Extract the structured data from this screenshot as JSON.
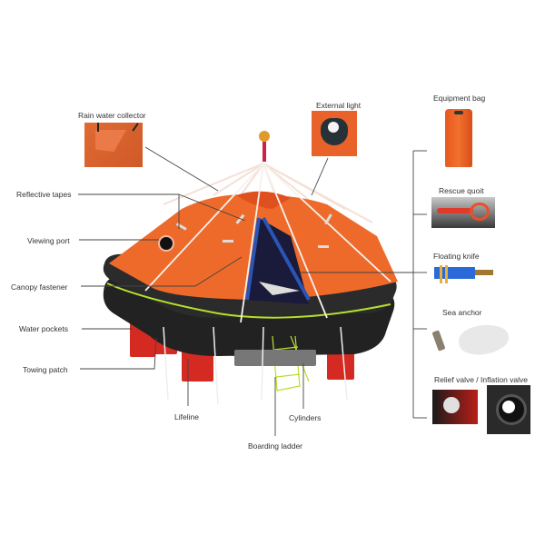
{
  "diagram": {
    "subject": "Inflatable liferaft",
    "left_labels": [
      {
        "id": "rain-water-collector",
        "text": "Rain water collector"
      },
      {
        "id": "reflective-tapes",
        "text": "Reflective tapes"
      },
      {
        "id": "viewing-port",
        "text": "Viewing port"
      },
      {
        "id": "canopy-fastener",
        "text": "Canopy fastener"
      },
      {
        "id": "water-pockets",
        "text": "Water pockets"
      },
      {
        "id": "towing-patch",
        "text": "Towing patch"
      }
    ],
    "top_labels": [
      {
        "id": "external-light",
        "text": "External light"
      }
    ],
    "bottom_labels": [
      {
        "id": "lifeline",
        "text": "Lifeline"
      },
      {
        "id": "cylinders",
        "text": "Cylinders"
      },
      {
        "id": "boarding-ladder",
        "text": "Boarding ladder"
      }
    ],
    "equipment": [
      {
        "id": "equipment-bag",
        "text": "Equipment bag"
      },
      {
        "id": "rescue-quoit",
        "text": "Rescue quoit"
      },
      {
        "id": "floating-knife",
        "text": "Floating knife"
      },
      {
        "id": "sea-anchor",
        "text": "Sea anchor"
      },
      {
        "id": "relief-inflation-valve",
        "text": "Relief valve / Inflation valve"
      }
    ],
    "colors": {
      "canopy_orange": "#ee6a2a",
      "tube_black": "#1e1e1e",
      "pocket_red": "#d42a22",
      "ladder_green": "#b8e02a",
      "leader_line": "#444444",
      "label_text": "#333333"
    }
  }
}
